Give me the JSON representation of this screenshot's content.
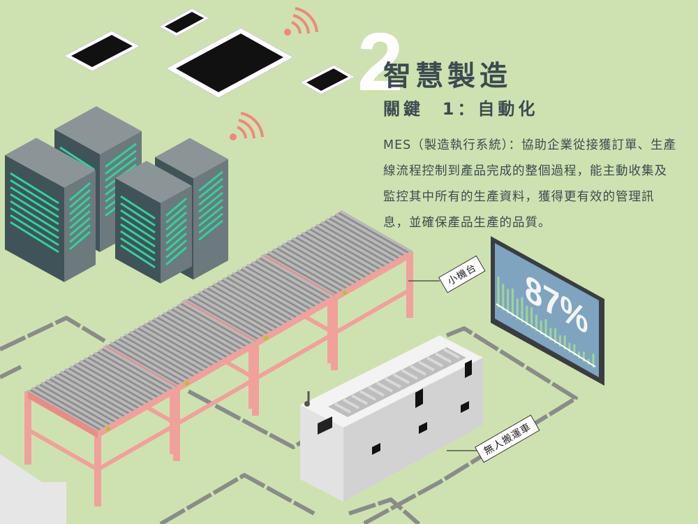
{
  "heading": {
    "number": "2",
    "title": "智慧製造",
    "subtitle": "關鍵  1：自動化"
  },
  "description": "MES（製造執行系統）：協助企業從接獲訂單、生產線流程控制到產品完成的整個過程，能主動收集及監控其中所有的生產資料，獲得更有效的管理訊息，並確保產品生產的品質。",
  "labels": {
    "machine": "小機台",
    "agv": "無人搬運車"
  },
  "monitor": {
    "value": "87%"
  },
  "colors": {
    "background": "#cee2b1",
    "text": "#3c4b50",
    "conveyor_frame": "#f0a19b",
    "server_vent": "#2fd39c",
    "wifi": "#f08878",
    "screen": "#7fa4bf"
  }
}
